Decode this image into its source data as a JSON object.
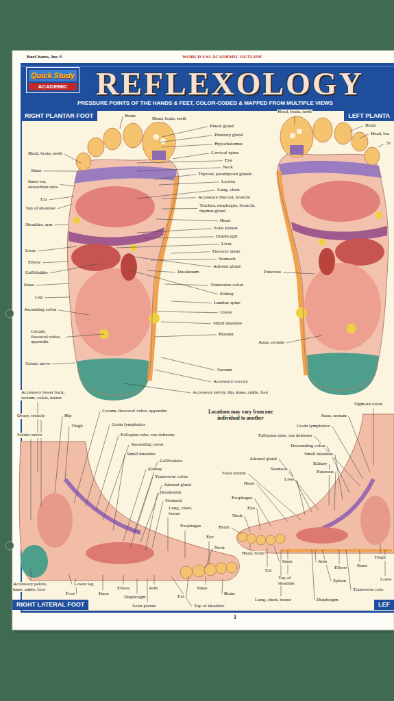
{
  "diagram": {
    "title": "REFLEXOLOGY",
    "nodes": [
      {
        "text": [
          "Quick Study",
          "ACADEMIC"
        ]
      },
      {
        "text": [
          "RIGHT PLANTAR FOOT"
        ]
      },
      {
        "text": [
          "LEFT PLANTA"
        ]
      },
      {
        "text": [
          "RIGHT LATERAL FOOT"
        ]
      },
      {
        "text": [
          "LEF"
        ]
      }
    ],
    "edges": [],
    "labels": [
      "BarCharts, Inc.®",
      "WORLD'S #1 ACADEMIC OUTLINE",
      "PRESSURE POINTS OF THE HANDS & FEET, COLOR-CODED & MAPPED FROM MULTIPLE VIEWS",
      "Brain",
      "Head, brain, teeth",
      "Head, brain, teeth",
      "Sinus",
      "Inner ear, eustachian tube",
      "Ear",
      "Top of shoulder",
      "Shoulder, arm",
      "Liver",
      "Elbow",
      "Gallbladder",
      "Knee",
      "Leg",
      "Ascending colon",
      "Cecum, ileocecal valve, appendix",
      "Sciatic nerve",
      "Pineal gland",
      "Pituitary gland",
      "Hypothalamus",
      "Cervical spine",
      "Eye",
      "Neck",
      "Thyroid, parathyroid glands",
      "Larynx",
      "Lung, chest",
      "Accessory thyroid, bronchi",
      "Trachea, esophagus, bronchi, thymus gland",
      "Heart",
      "Solar plexus",
      "Diaphragm",
      "Liver",
      "Thoracic spine",
      "Stomach",
      "Adrenal gland",
      "Duodenum",
      "Pancreas",
      "Transverse colon",
      "Kidney",
      "Lumbar spine",
      "Ureter",
      "Small intestine",
      "Bladder",
      "Anus, rectum",
      "Sacrum",
      "Accessory coccyx",
      "Accessory pelvis, hip, knee, ankle, foot",
      "Head, brain, teeth",
      "Brain",
      "Head, bra",
      "Si",
      "Locations may vary from one individual to another",
      "Accessory lower back, rectum, colon, uterus",
      "Ovary, testicle",
      "Hip",
      "Thigh",
      "Cecum, ileocecal valve, appendix",
      "Groin lymphatics",
      "Sciatic nerve",
      "Fallopian tube, vas deferens",
      "Ascending colon",
      "Small intestine",
      "Gallbladder",
      "Kidney",
      "Transverse colon",
      "Adrenal gland",
      "Duodenum",
      "Stomach",
      "Lung, chest, breast",
      "Esophagus",
      "Eye",
      "Neck",
      "Accessory pelvis, knee, ankle, foot",
      "Lower leg",
      "Foot",
      "Knee",
      "Elbow",
      "Arm",
      "Diaphragm",
      "Solar plexus",
      "Ear",
      "Sinus",
      "Brain",
      "Top of shoulder",
      "Sigmoid colon",
      "Anus, rectum",
      "Groin lymphatics",
      "Fallopian tube, vas deferens",
      "Descending colon",
      "Small intestine",
      "Adrenal gland",
      "Kidney",
      "Stomach",
      "Pancreas",
      "Solar plexus",
      "Liver",
      "Heart",
      "Esophagus",
      "Eye",
      "Neck",
      "Brain",
      "Head, brain",
      "Sinus",
      "Ear",
      "Arm",
      "Elbow",
      "Knee",
      "Thigh",
      "Top of shoulder",
      "Spleen",
      "Lowe",
      "Transverse colo",
      "Lung, chest, breast",
      "Diaphragm",
      "1"
    ]
  }
}
